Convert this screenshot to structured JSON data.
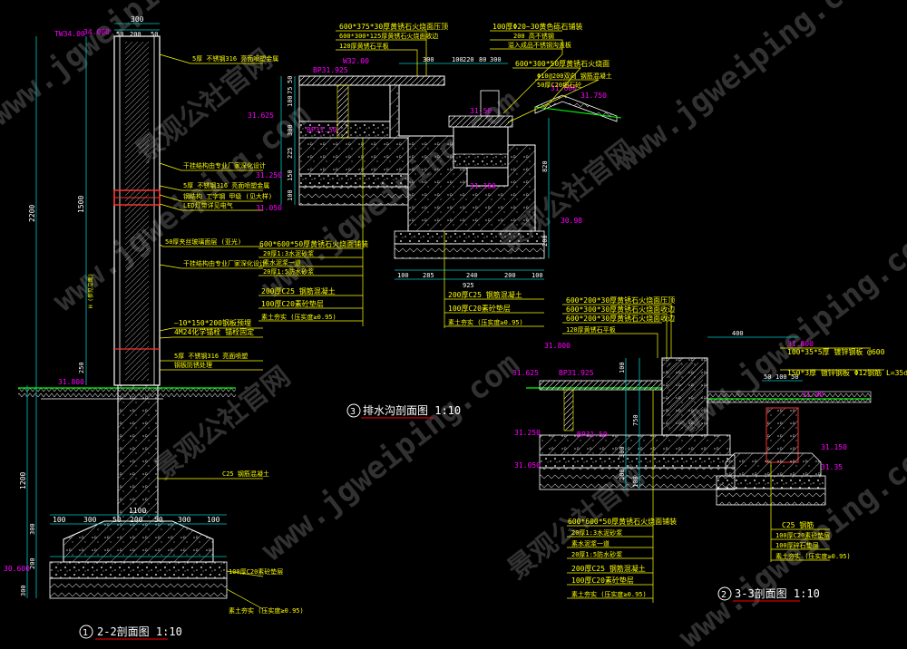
{
  "colors": {
    "background": "#000000",
    "structure": "#ffffff",
    "dimension": "#00c8c8",
    "leader": "#ffff00",
    "elevation": "#ff00ff",
    "ground": "#00ff00",
    "hatch": "#cccccc",
    "red": "#ff0000",
    "watermark": "#606060"
  },
  "watermark": {
    "site": "www.jgweiping.com",
    "brand": "景观公社官网"
  },
  "section_22": {
    "title": "2-2剖面图 1:10",
    "number": "1",
    "top_dims": [
      "300",
      "50",
      "200",
      "50"
    ],
    "elev_top": "TW34.00",
    "elev_top2": "34.000",
    "side_dims": [
      "2200",
      "1500",
      "250",
      "1200",
      "300",
      "200",
      "300"
    ],
    "bottom_dims": [
      "100",
      "300",
      "50",
      "200",
      "50",
      "300",
      "100"
    ],
    "bottom_total": "1100",
    "base_elev": "30.600",
    "ground_elev": "31.800",
    "notes": [
      "5厚 不锈钢316 亮面喷塑金属",
      "干挂结构由专业厂家深化设计",
      "5厚 不锈钢316 亮面喷塑金属",
      "钢结构 工字钢 甲级 (见大样)",
      "LED灯带详见电气",
      "50厚夹丝玻璃面层 (亚光)",
      "干挂结构由专业厂家深化设计",
      "—10*150*200钢板预埋",
      "4M24化学锚栓 锚栓固定",
      "5厚 不锈钢316 亮面喷塑",
      "钢板防锈处理",
      "C25 钢筋混凝土",
      "100厚C20素砼垫层",
      "素土夯实 (压实度≥0.95)"
    ],
    "h_label": "H (参见立面)"
  },
  "section_drain": {
    "title": "排水沟剖面图 1:10",
    "number": "3",
    "top_notes": [
      "600*375*30厚黄锈石火烧面压顶",
      "600*300*125厚黄锈石火烧面收边",
      "120厚黄锈石平板",
      "100厚Φ20~30黄色砾石铺装",
      "200 高不锈钢",
      "溢入成品不锈钢沟盖板",
      "600*300*50厚黄锈石火烧面",
      "Φ10@200双向 钢筋混凝土",
      "50厚C20细石砼"
    ],
    "elevs": [
      "BP31.925",
      "W32.00",
      "31.625",
      "BP31.50",
      "31.600",
      "31.750",
      "31.250",
      "31.050",
      "31.50",
      "31.180",
      "30.98"
    ],
    "left_dims": [
      "50",
      "75",
      "100",
      "300",
      "225",
      "150",
      "100"
    ],
    "right_dims": [
      "820",
      "200"
    ],
    "top_dims": [
      "300",
      "100",
      "220",
      "80",
      "300"
    ],
    "bottom_dims": [
      "100",
      "285",
      "240",
      "200",
      "100"
    ],
    "bottom_total": "925",
    "layer_notes": [
      "600*600*50厚黄锈石火烧面铺装",
      "20厚1:3水泥砂浆",
      "素水泥浆一道",
      "20厚1:5防水砂浆",
      "200厚C25 钢筋混凝土",
      "100厚C20素砼垫层",
      "素土夯实 (压实度≥0.95)"
    ],
    "right_notes": [
      "200厚C25 钢筋混凝土",
      "100厚C20素砼垫层",
      "素土夯实 (压实度≥0.95)"
    ]
  },
  "section_33": {
    "title": "3-3剖面图 1:10",
    "number": "2",
    "top_notes": [
      "600*200*30厚黄锈石火烧面压顶",
      "600*300*30厚黄锈石火烧面收边",
      "600*200*30厚黄锈石火烧面收边",
      "120厚黄锈石平板"
    ],
    "right_notes": [
      "100*35*5厚 镀锌钢板 @600",
      "150*3厚 镀锌钢板 Φ12钢筋 L=35d"
    ],
    "elevs": [
      "31.800",
      "31.625",
      "BP31.925",
      "31.250",
      "BP31.50",
      "31.050",
      "31.80",
      "31.150",
      "31.35",
      "31.800"
    ],
    "top_dims": [
      "400",
      "50",
      "100",
      "50"
    ],
    "side_dims": [
      "750",
      "100",
      "300",
      "200",
      "100"
    ],
    "layer_notes": [
      "600*600*50厚黄锈石火烧面铺装",
      "20厚1:3水泥砂浆",
      "素水泥浆一道",
      "20厚1:5防水砂浆",
      "200厚C25 钢筋混凝土",
      "100厚C20素砼垫层",
      "素土夯实 (压实度≥0.95)"
    ],
    "right_layer_notes": [
      "C25 钢筋",
      "100厚C20素砼垫层",
      "100厚碎石垫层",
      "素土夯实 (压实度≥0.95)"
    ]
  }
}
